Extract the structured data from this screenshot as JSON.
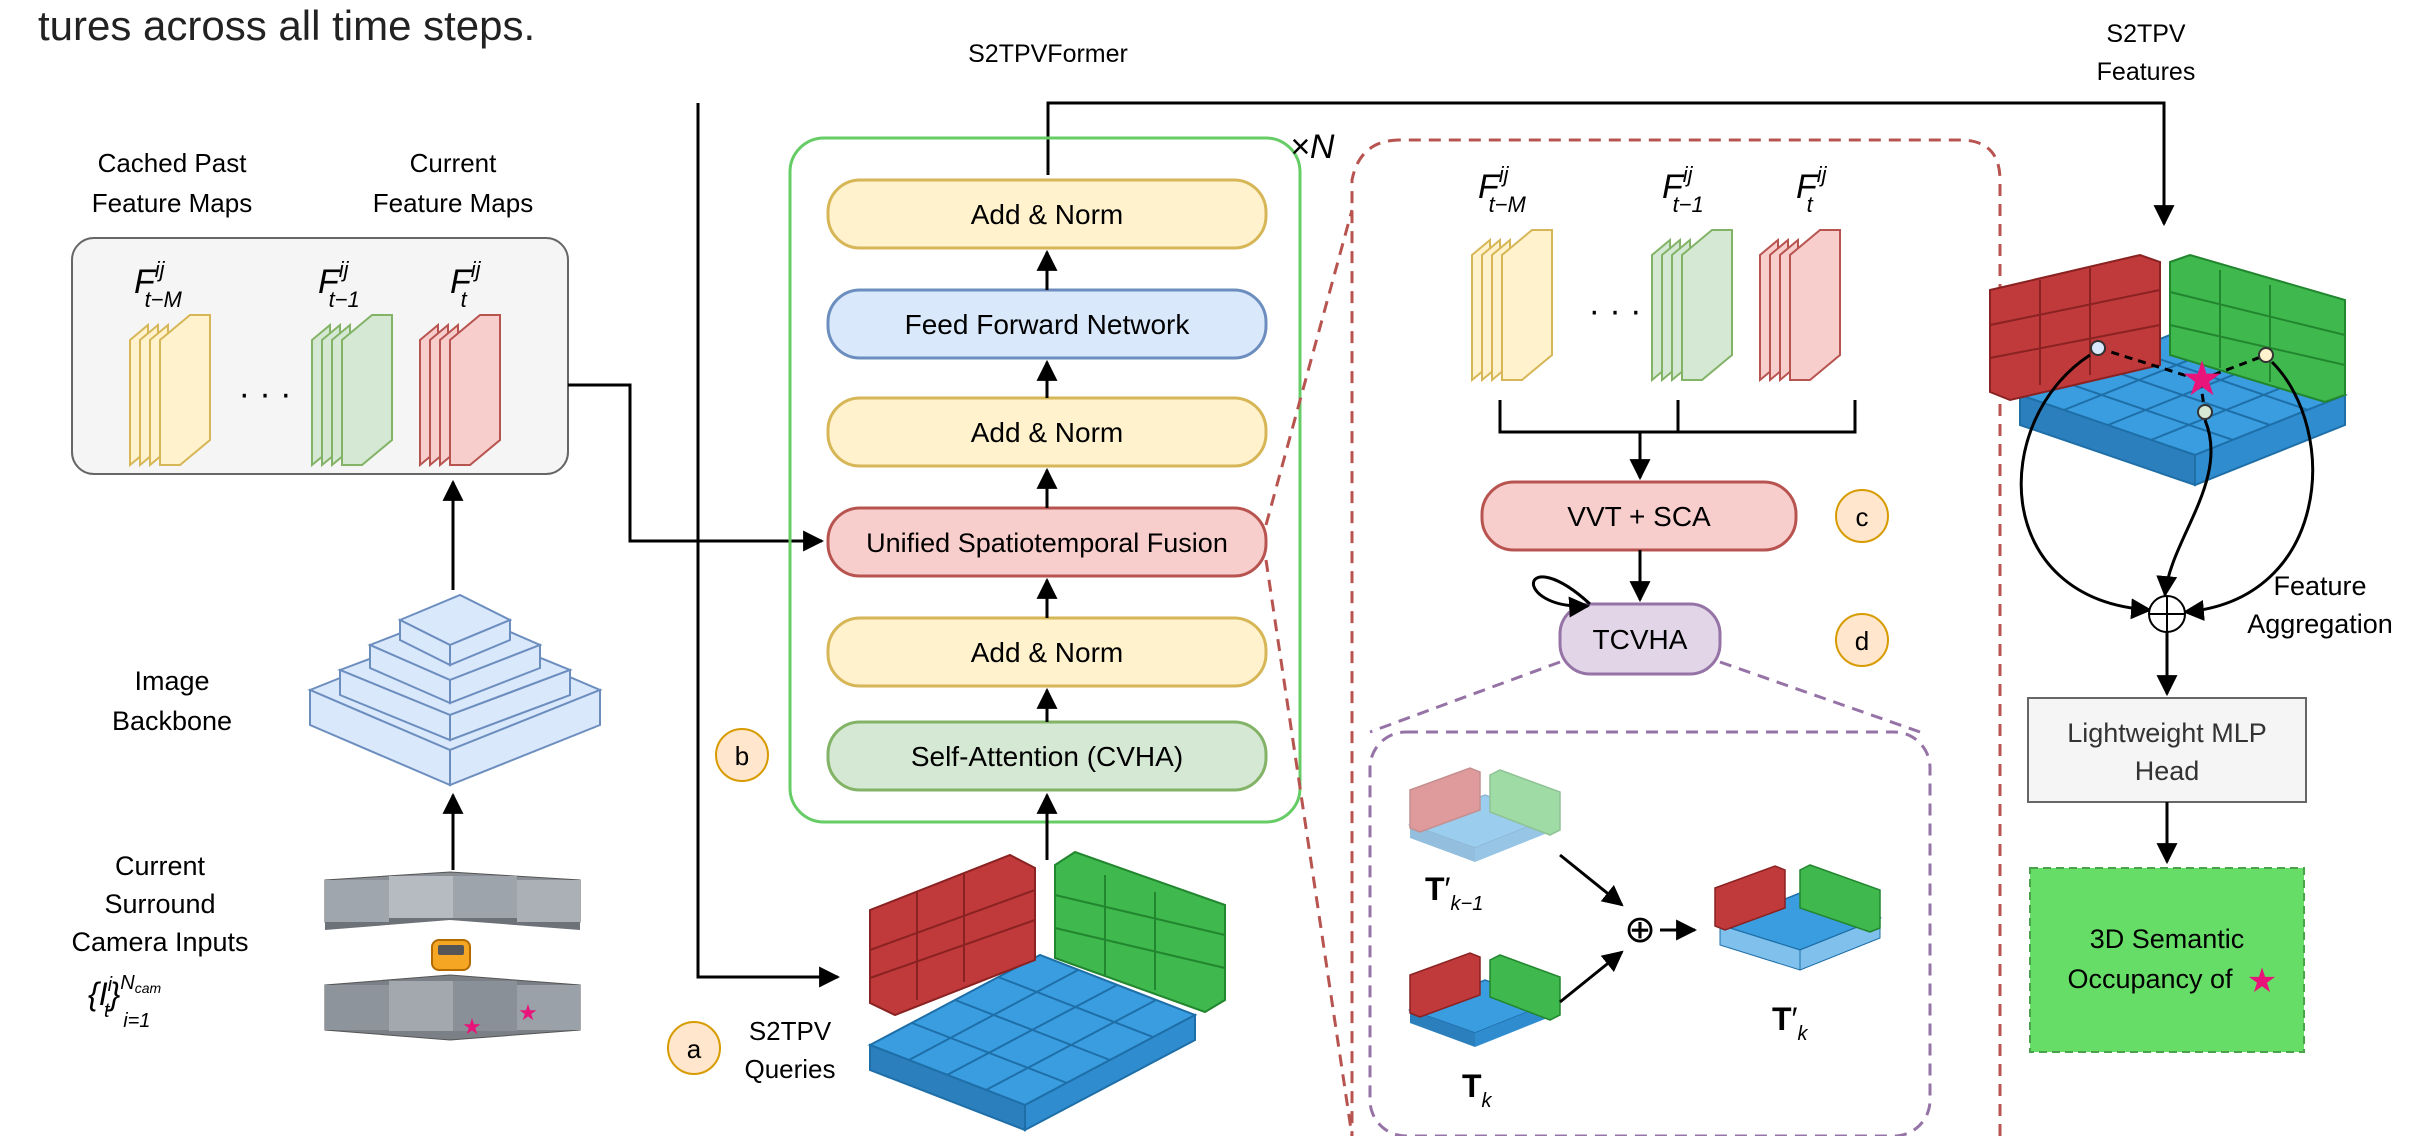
{
  "caption_fragment": "tures across all time steps.",
  "title_top": "S2TPVFormer",
  "features_top": [
    "S2TPV",
    "Features"
  ],
  "left": {
    "cached_label": [
      "Cached Past",
      "Feature Maps"
    ],
    "current_label": [
      "Current",
      "Feature Maps"
    ],
    "f_tm": "F",
    "f_tm_sup": "ij",
    "f_tm_sub": "t−M",
    "f_t1_sub": "t−1",
    "f_t_sub": "t",
    "ellipsis": "· · ·",
    "backbone_label": [
      "Image",
      "Backbone"
    ],
    "camera_label": [
      "Current",
      "Surround",
      "Camera Inputs"
    ],
    "camera_math": "{I",
    "camera_math_sup": "i",
    "camera_math_sub": "t",
    "camera_math_close": "}",
    "camera_math_range_sup": "N",
    "camera_math_range_sup_sub": "cam",
    "camera_math_range_sub": "i=1"
  },
  "encoder": {
    "repeat_label": "×N",
    "blocks": [
      "Add & Norm",
      "Feed Forward Network",
      "Add & Norm",
      "Unified Spatiotemporal Fusion",
      "Add & Norm",
      "Self-Attention (CVHA)"
    ],
    "badge_b": "b",
    "badge_a": "a",
    "queries_label": [
      "S2TPV",
      "Queries"
    ]
  },
  "detail": {
    "vvt_label": "VVT + SCA",
    "badge_c": "c",
    "tcvha_label": "TCVHA",
    "badge_d": "d",
    "t_k1": "T",
    "t_k1_sub": "k−1",
    "t_k": "T",
    "t_k_sub": "k",
    "t_prime_k": "T",
    "t_prime_k_sub": "k",
    "prime": "′",
    "oplus": "⊕"
  },
  "right": {
    "feature_aggregation": [
      "Feature",
      "Aggregation"
    ],
    "mlp_head": [
      "Lightweight MLP",
      "Head"
    ],
    "occupancy": [
      "3D Semantic",
      "Occupancy of"
    ],
    "star": "★"
  },
  "colors": {
    "yellow_fill": "#fff2cc",
    "yellow_stroke": "#d6b656",
    "blue_fill": "#dae8fc",
    "blue_stroke": "#6c8ebf",
    "red_fill": "#f8cecc",
    "red_stroke": "#b85450",
    "green_fill": "#d5e8d4",
    "green_stroke": "#82b366",
    "purple_fill": "#e1d5e7",
    "purple_stroke": "#9673a6",
    "orange_badge": "#ffe6cc",
    "orange_stroke": "#d79b00",
    "encoder_border": "#66cc66",
    "red_dash": "#b85450",
    "purple_dash": "#9673a6",
    "occ_fill": "#66dd66",
    "star": "#e8147a",
    "cube_blue": "#3a9de0",
    "cube_red": "#c0393b",
    "cube_green": "#3fb84e"
  }
}
